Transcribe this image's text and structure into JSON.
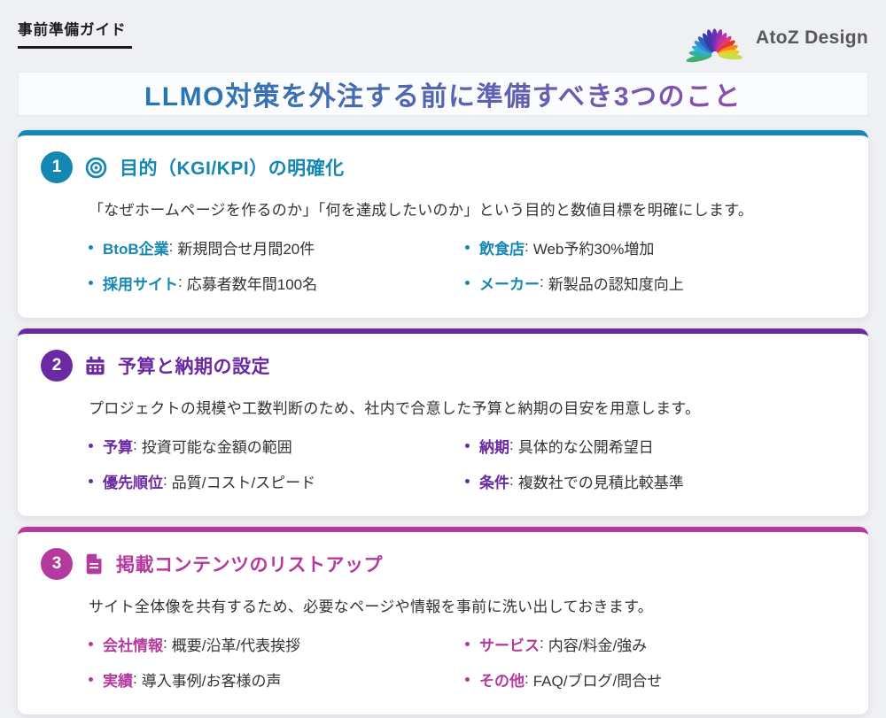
{
  "header": {
    "tag": "事前準備ガイド",
    "brand": "AtoZ Design",
    "logo_icon": "rainbow-fan-icon"
  },
  "title": "LLMO対策を外注する前に準備すべき3つのこと",
  "separator": ":",
  "colors": {
    "teal": "#1487b2",
    "purple": "#6b2aa2",
    "magenta": "#b53a9e",
    "title_gradient_start": "#2279b5",
    "title_gradient_end": "#8a4fae"
  },
  "cards": [
    {
      "number": "1",
      "icon": "bullseye-icon",
      "accent": "#1487b2",
      "heading": "目的（KGI/KPI）の明確化",
      "description": "「なぜホームページを作るのか」「何を達成したいのか」という目的と数値目標を明確にします。",
      "bullets": [
        {
          "label": "BtoB企業",
          "value": "新規問合せ月間20件"
        },
        {
          "label": "採用サイト",
          "value": "応募者数年間100名"
        },
        {
          "label": "飲食店",
          "value": "Web予約30%増加"
        },
        {
          "label": "メーカー",
          "value": "新製品の認知度向上"
        }
      ]
    },
    {
      "number": "2",
      "icon": "calendar-icon",
      "accent": "#6b2aa2",
      "heading": "予算と納期の設定",
      "description": "プロジェクトの規模や工数判断のため、社内で合意した予算と納期の目安を用意します。",
      "bullets": [
        {
          "label": "予算",
          "value": "投資可能な金額の範囲"
        },
        {
          "label": "優先順位",
          "value": "品質/コスト/スピード"
        },
        {
          "label": "納期",
          "value": "具体的な公開希望日"
        },
        {
          "label": "条件",
          "value": "複数社での見積比較基準"
        }
      ]
    },
    {
      "number": "3",
      "icon": "file-lines-icon",
      "accent": "#b53a9e",
      "heading": "掲載コンテンツのリストアップ",
      "description": "サイト全体像を共有するため、必要なページや情報を事前に洗い出しておきます。",
      "bullets": [
        {
          "label": "会社情報",
          "value": "概要/沿革/代表挨拶"
        },
        {
          "label": "実績",
          "value": "導入事例/お客様の声"
        },
        {
          "label": "サービス",
          "value": "内容/料金/強み"
        },
        {
          "label": "その他",
          "value": "FAQ/ブログ/問合せ"
        }
      ]
    }
  ]
}
